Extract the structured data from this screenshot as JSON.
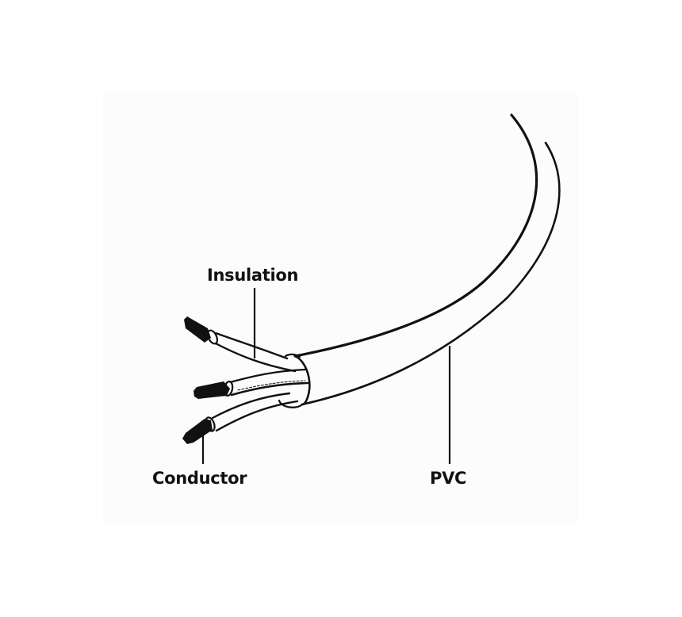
{
  "diagram": {
    "subject": "Three-core electrical cable",
    "labels": [
      {
        "id": "insulation",
        "text": "Insulation"
      },
      {
        "id": "conductor",
        "text": "Conductor"
      },
      {
        "id": "pvc",
        "text": "PVC"
      }
    ],
    "colors": {
      "stroke": "#111111",
      "background": "#ffffff",
      "panel": "#fcfcfc"
    }
  }
}
